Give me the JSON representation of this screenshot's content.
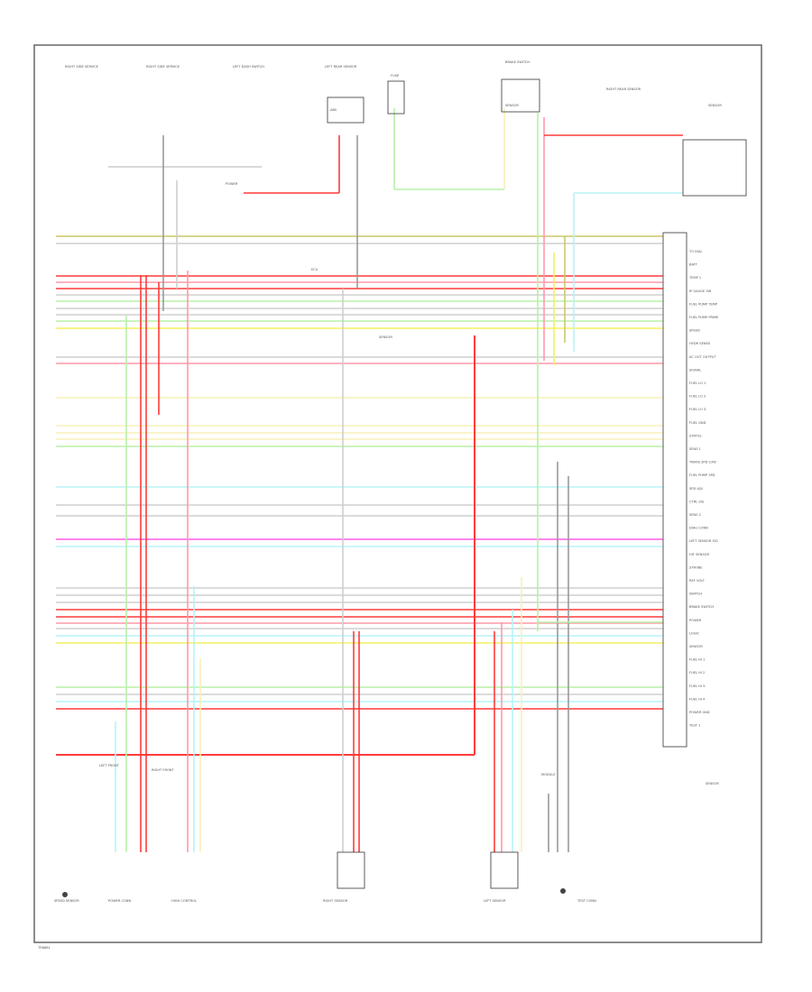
{
  "diagram": {
    "component_labels": [
      "RIGHT SIDE SERVICE",
      "RIGHT SIDE SERVICE",
      "LEFT DASH SWITCH",
      "LEFT REAR SENSOR",
      "FUSE",
      "BRAKE SWITCH",
      "RIGHT REAR SENSOR",
      "SENSOR",
      "SENSOR",
      "SENSOR",
      "LEFT FRONT",
      "RIGHT FRONT",
      "ECU",
      "MODULE",
      "ABS",
      "POWER",
      "SENSOR"
    ],
    "right_pin_labels": [
      "TO DIAL",
      "BATT",
      "TEMP 1",
      "IP GAUGE SW",
      "FUEL PUMP TEMP",
      "FUEL PUMP PRIME",
      "SPEED",
      "HYDR SENSE",
      "AC OUT OUTPUT",
      "SIGNAL",
      "FUEL LO 1",
      "FUEL LO 2",
      "FUEL LO 3",
      "FUEL GND",
      "STATUS",
      "SENS 1",
      "TRANS SPD LOW",
      "FUEL PUMP SPD",
      "SPD ADJ",
      "CTRL SIG",
      "SENS 2",
      "DIAG CONN",
      "LEFT SENSOR SIG",
      "HIT SENSOR",
      "STROBE",
      "REF VOLT",
      "SWITCH",
      "BRAKE SWITCH",
      "POWER",
      "LOGIC",
      "SENSOR",
      "FUEL HI 1",
      "FUEL HI 2",
      "FUEL HI 3",
      "FUEL HI 4",
      "POWER GND",
      "TEST 1"
    ],
    "bottom_labels": [
      "SPEED SENSOR",
      "POWER CONN",
      "HIGH CONTROL",
      "RIGHT SENSOR",
      "LEFT SENSOR",
      "TEST CONN"
    ],
    "footer": "TR8881"
  }
}
